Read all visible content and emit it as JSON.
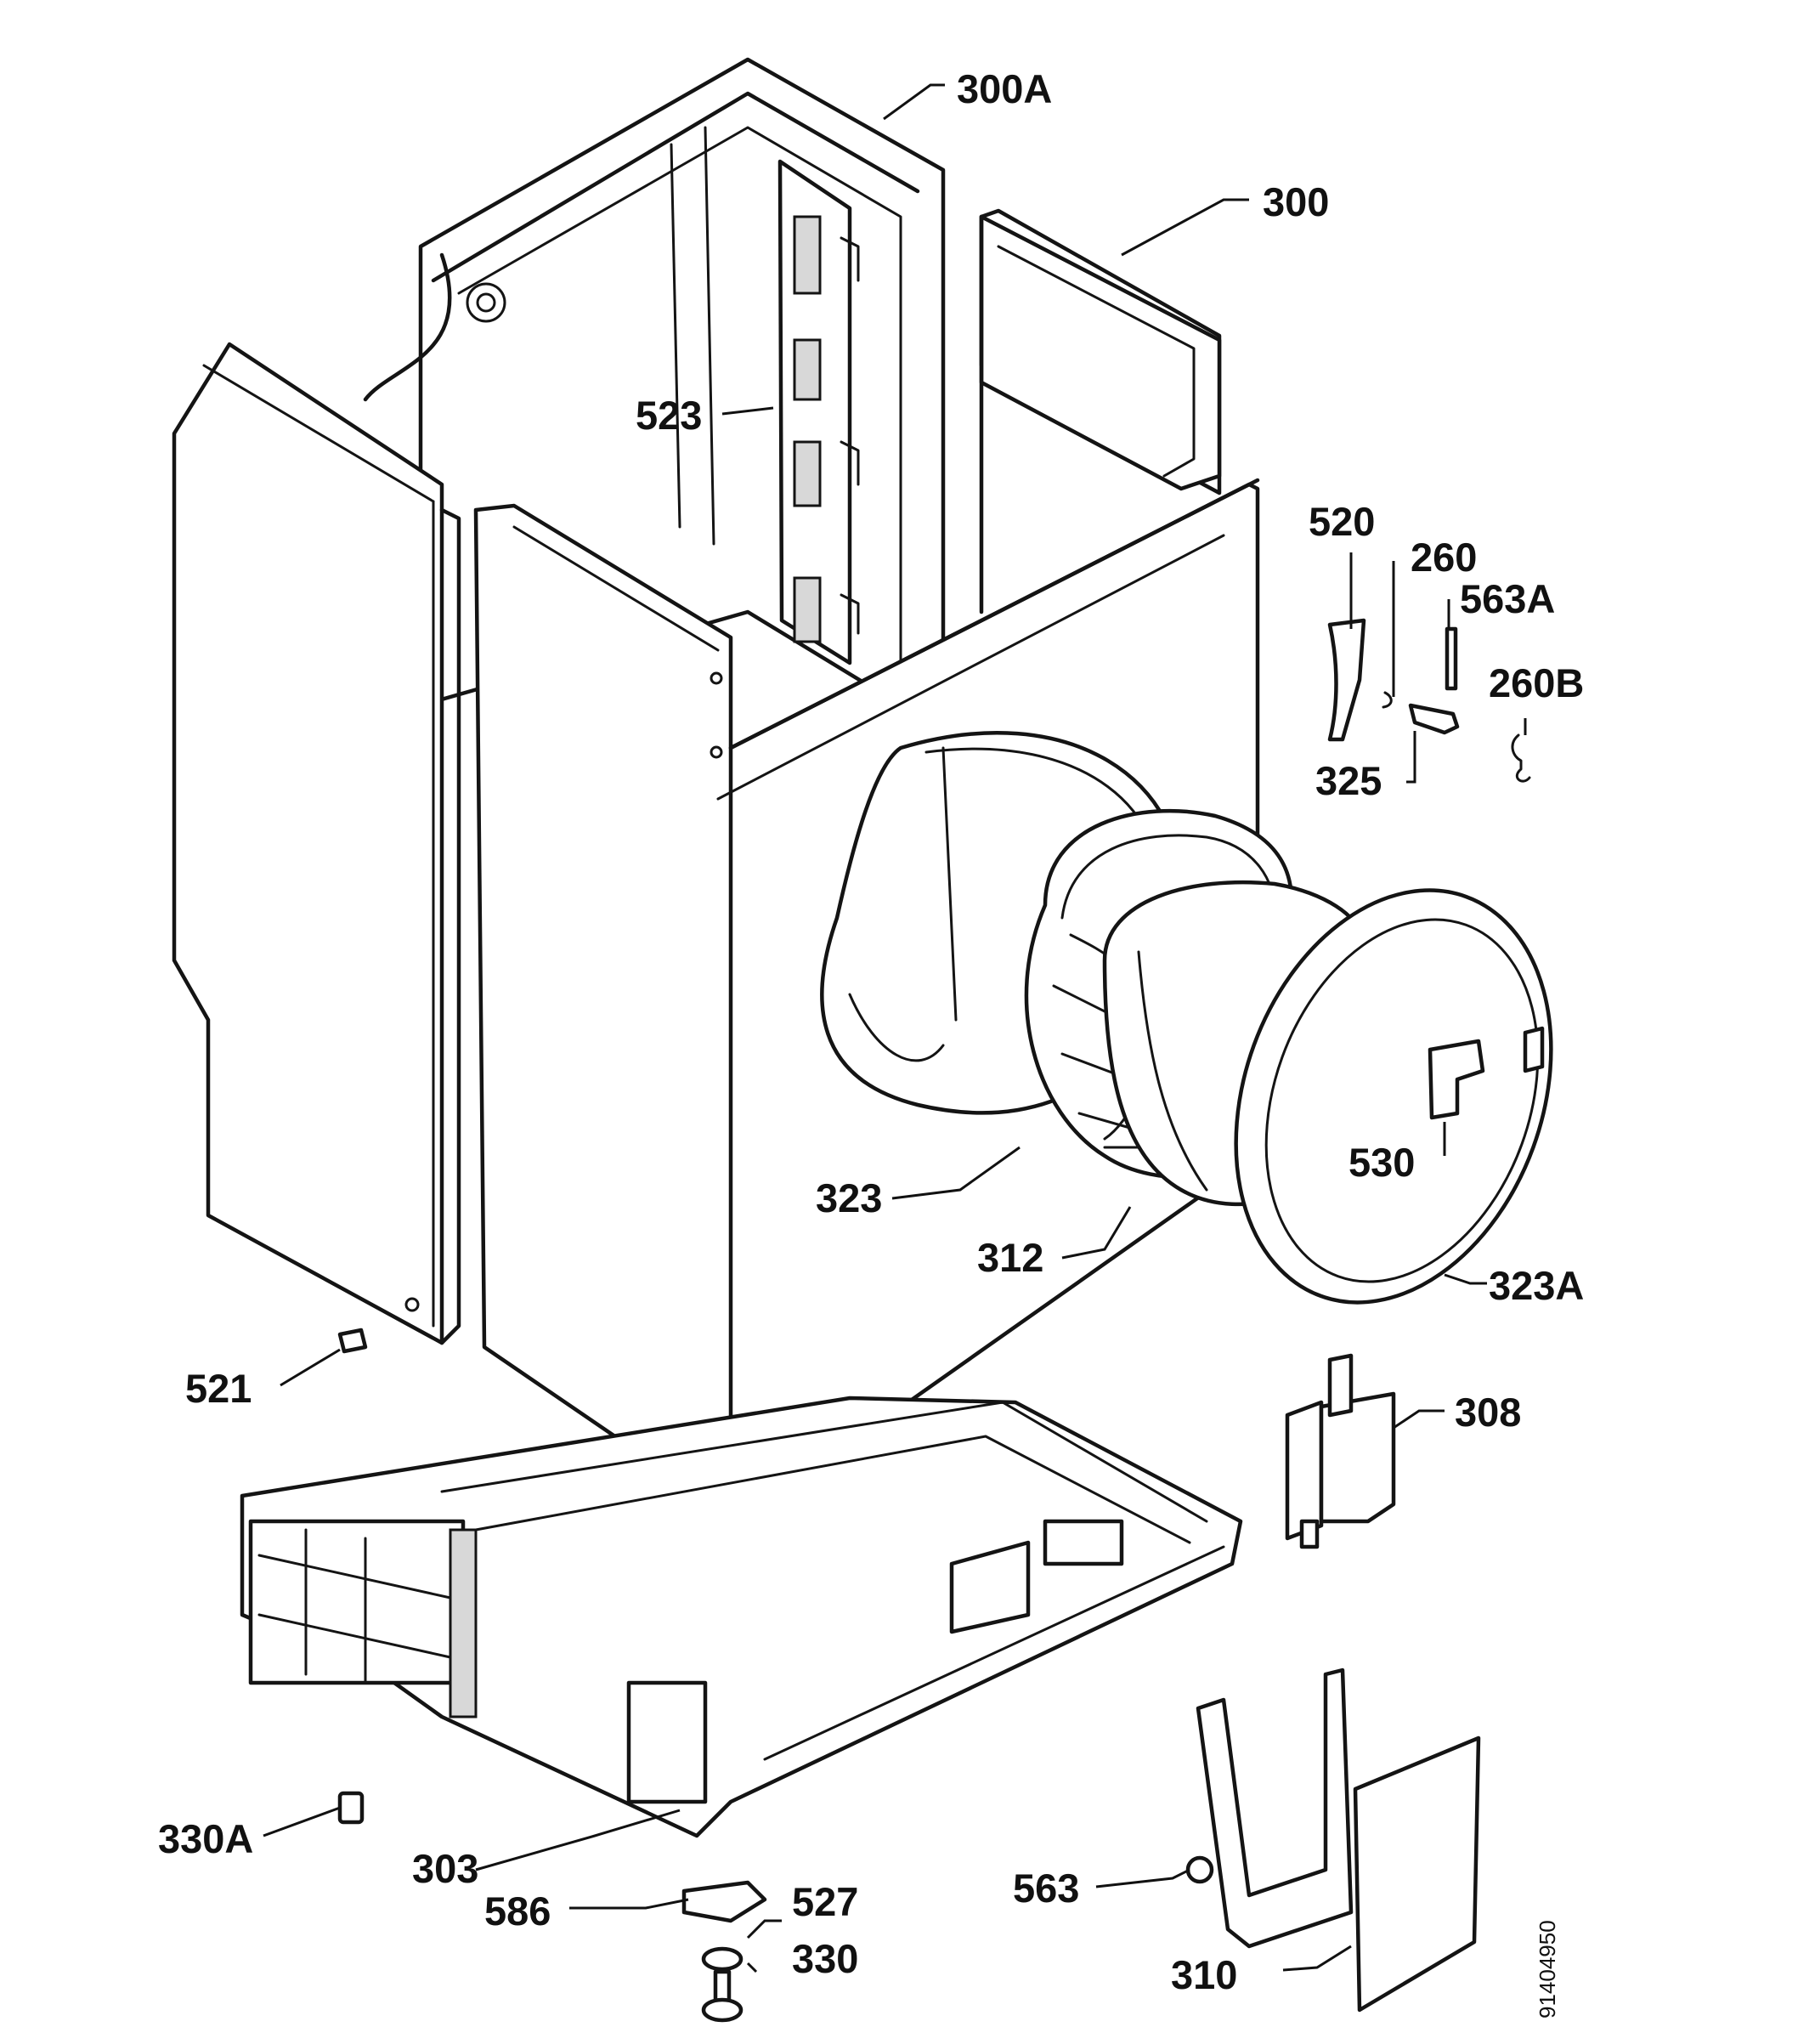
{
  "labels": {
    "l300A": "300A",
    "l300": "300",
    "l523": "523",
    "l520": "520",
    "l260": "260",
    "l563A": "563A",
    "l260B": "260B",
    "l325": "325",
    "l530": "530",
    "l323": "323",
    "l312": "312",
    "l323A": "323A",
    "l521": "521",
    "l308": "308",
    "l330A": "330A",
    "l303": "303",
    "l586": "586",
    "l527": "527",
    "l330": "330",
    "l563": "563",
    "l310": "310"
  },
  "doc_id": "91404950"
}
